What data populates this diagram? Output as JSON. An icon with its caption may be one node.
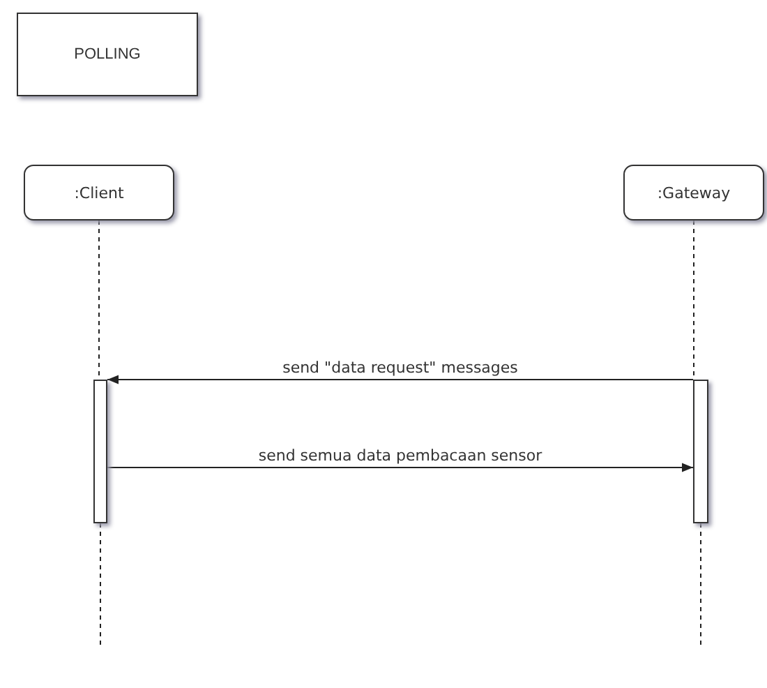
{
  "diagram": {
    "nodes": [
      {
        "text": [
          "POLLING"
        ]
      },
      {
        "text": [
          ":Client"
        ]
      },
      {
        "text": [
          ":Gateway"
        ]
      },
      {
        "text": [],
        "shape": "bar"
      },
      {
        "text": [],
        "shape": "bar"
      }
    ],
    "edges": [
      {
        "from": 1,
        "to": 3,
        "arrow": "none",
        "style": "dashed"
      },
      {
        "from": 2,
        "to": 4,
        "arrow": "none",
        "style": "dashed"
      },
      {
        "from": 4,
        "to": 3,
        "arrow": "to",
        "label": "send \"data request\" messages"
      },
      {
        "from": 3,
        "to": 4,
        "arrow": "to",
        "label": "send semua data pembacaan sensor"
      },
      {
        "from": 3,
        "to": null,
        "arrow": "none",
        "style": "dashed"
      },
      {
        "from": 4,
        "to": null,
        "arrow": "none",
        "style": "dashed"
      }
    ]
  }
}
